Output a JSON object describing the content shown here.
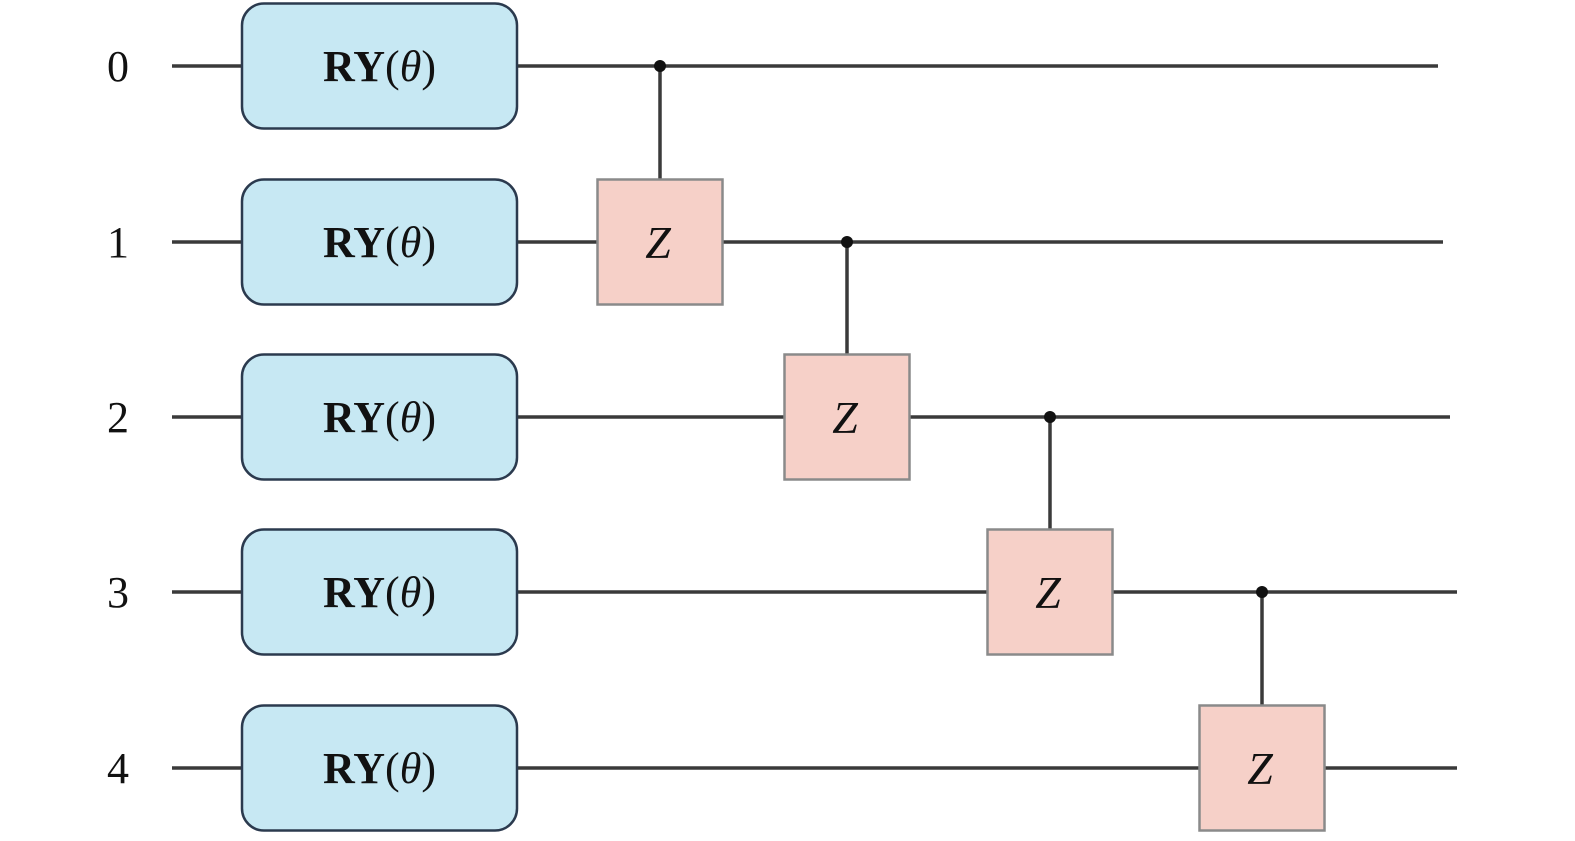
{
  "diagram": {
    "type": "quantum-circuit",
    "qubits": [
      {
        "label": "0"
      },
      {
        "label": "1"
      },
      {
        "label": "2"
      },
      {
        "label": "3"
      },
      {
        "label": "4"
      }
    ],
    "layers": [
      {
        "name": "rotation-layer",
        "gates": [
          {
            "type": "RY",
            "target": 0,
            "name_text": "RY",
            "param_text": "θ"
          },
          {
            "type": "RY",
            "target": 1,
            "name_text": "RY",
            "param_text": "θ"
          },
          {
            "type": "RY",
            "target": 2,
            "name_text": "RY",
            "param_text": "θ"
          },
          {
            "type": "RY",
            "target": 3,
            "name_text": "RY",
            "param_text": "θ"
          },
          {
            "type": "RY",
            "target": 4,
            "name_text": "RY",
            "param_text": "θ"
          }
        ]
      },
      {
        "name": "entangling-layer",
        "gates": [
          {
            "type": "CZ",
            "control": 0,
            "target": 1,
            "label": "Z"
          },
          {
            "type": "CZ",
            "control": 1,
            "target": 2,
            "label": "Z"
          },
          {
            "type": "CZ",
            "control": 2,
            "target": 3,
            "label": "Z"
          },
          {
            "type": "CZ",
            "control": 3,
            "target": 4,
            "label": "Z"
          }
        ]
      }
    ],
    "colors": {
      "ry_fill": "#c7e8f3",
      "ry_border": "#2b3a4e",
      "z_fill": "#f6d0c8",
      "z_border": "#8a8a8a",
      "wire": "#3a3a3a",
      "control_dot": "#111111"
    }
  }
}
